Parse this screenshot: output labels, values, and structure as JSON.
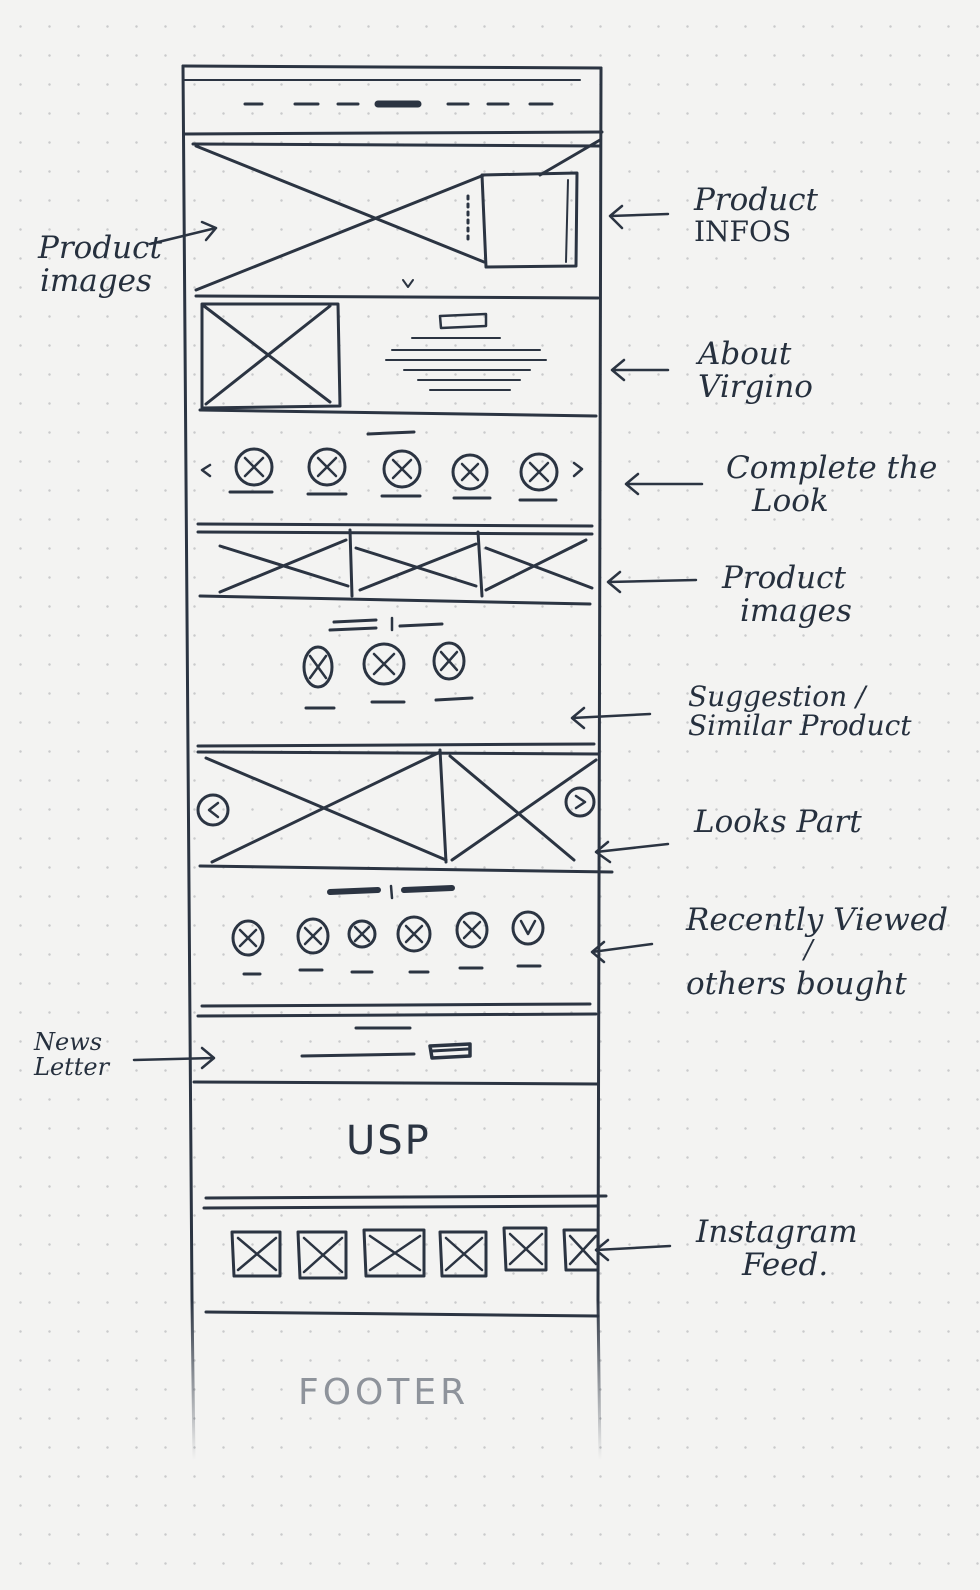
{
  "annotations": {
    "product_images_left": [
      "Product",
      "images"
    ],
    "product_infos": [
      "Product",
      "INFOS"
    ],
    "about_virgino": [
      "About",
      "Virgino"
    ],
    "complete_the_look": [
      "Complete the",
      "Look"
    ],
    "product_images_right": [
      "Product",
      "images"
    ],
    "suggestion": [
      "Suggestion /",
      "Similar Product"
    ],
    "looks_part": "Looks Part",
    "recently_viewed": [
      "Recently Viewed",
      "/",
      "others bought"
    ],
    "newsletter": [
      "News",
      "Letter"
    ],
    "instagram_feed": [
      "Instagram",
      "Feed."
    ]
  },
  "sections": {
    "usp": "USP",
    "footer": "FOOTER"
  },
  "colors": {
    "ink": "#2b3442",
    "paper": "#f3f3f2",
    "footer_ink": "#8e939b"
  }
}
